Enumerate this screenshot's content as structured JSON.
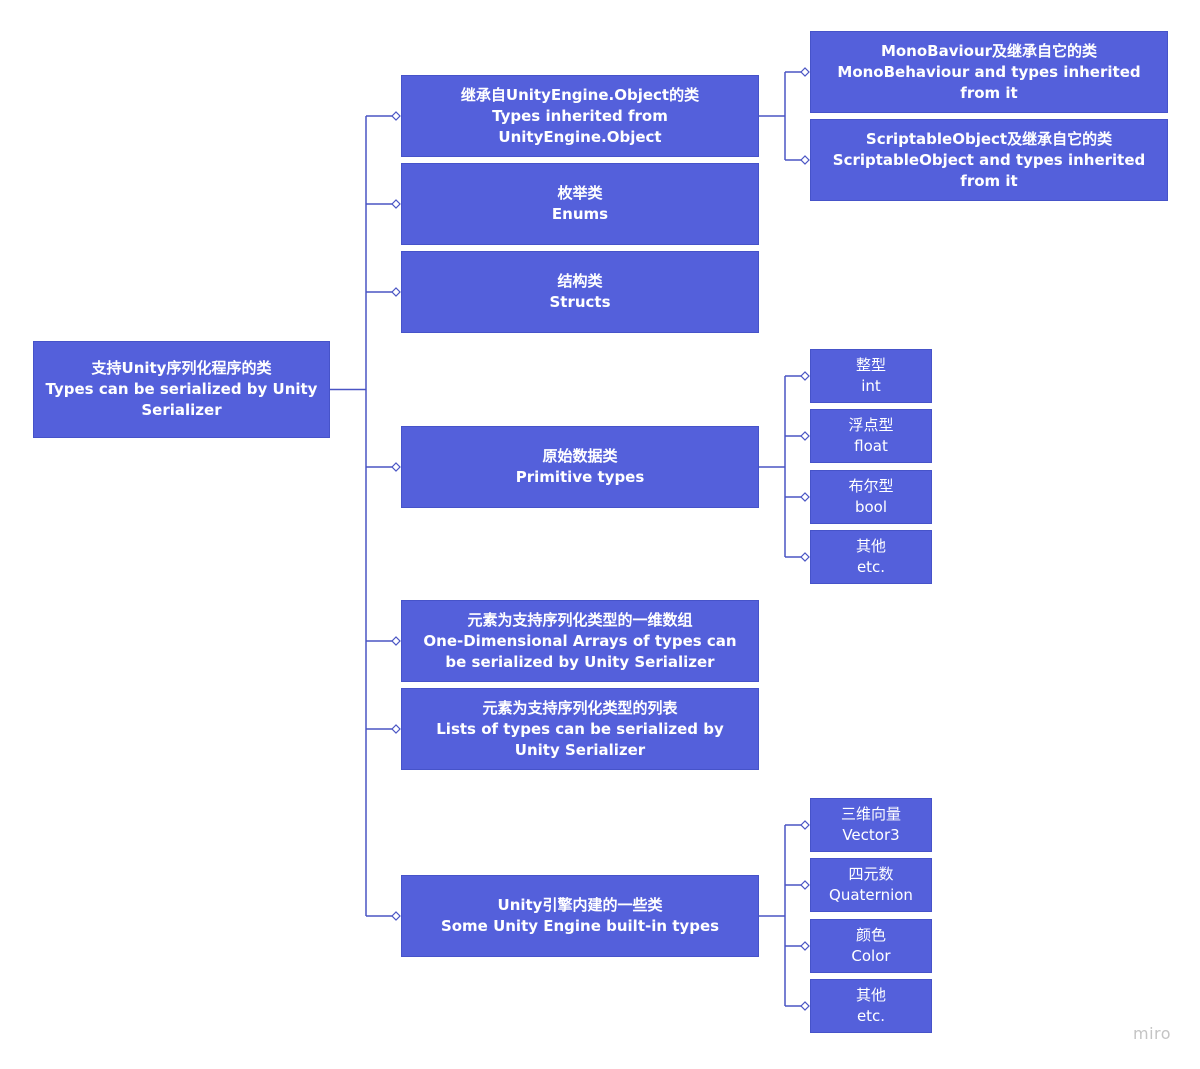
{
  "root": {
    "zh": "支持Unity序列化程序的类",
    "en": "Types can be serialized by Unity Serializer"
  },
  "categories": [
    {
      "zh": "继承自UnityEngine.Object的类",
      "en": "Types inherited from UnityEngine.Object",
      "children": [
        {
          "zh": "MonoBaviour及继承自它的类",
          "en": "MonoBehaviour and types inherited from it"
        },
        {
          "zh": "ScriptableObject及继承自它的类",
          "en": "ScriptableObject and types inherited from it"
        }
      ]
    },
    {
      "zh": "枚举类",
      "en": "Enums",
      "children": []
    },
    {
      "zh": "结构类",
      "en": "Structs",
      "children": []
    },
    {
      "zh": "原始数据类",
      "en": "Primitive types",
      "children": [
        {
          "zh": "整型",
          "en": "int"
        },
        {
          "zh": "浮点型",
          "en": "float"
        },
        {
          "zh": "布尔型",
          "en": "bool"
        },
        {
          "zh": "其他",
          "en": "etc."
        }
      ]
    },
    {
      "zh": "元素为支持序列化类型的一维数组",
      "en": "One-Dimensional Arrays of types can be serialized by Unity Serializer",
      "children": []
    },
    {
      "zh": "元素为支持序列化类型的列表",
      "en": "Lists of types can be serialized by Unity Serializer",
      "children": []
    },
    {
      "zh": "Unity引擎内建的一些类",
      "en": "Some Unity Engine built-in types",
      "children": [
        {
          "zh": "三维向量",
          "en": "Vector3"
        },
        {
          "zh": "四元数",
          "en": "Quaternion"
        },
        {
          "zh": "颜色",
          "en": "Color"
        },
        {
          "zh": "其他",
          "en": "etc."
        }
      ]
    }
  ],
  "watermark": "miro",
  "colors": {
    "node_fill": "#5460db",
    "node_text": "#ffffff",
    "connector": "#4a55c4",
    "background": "#ffffff"
  }
}
